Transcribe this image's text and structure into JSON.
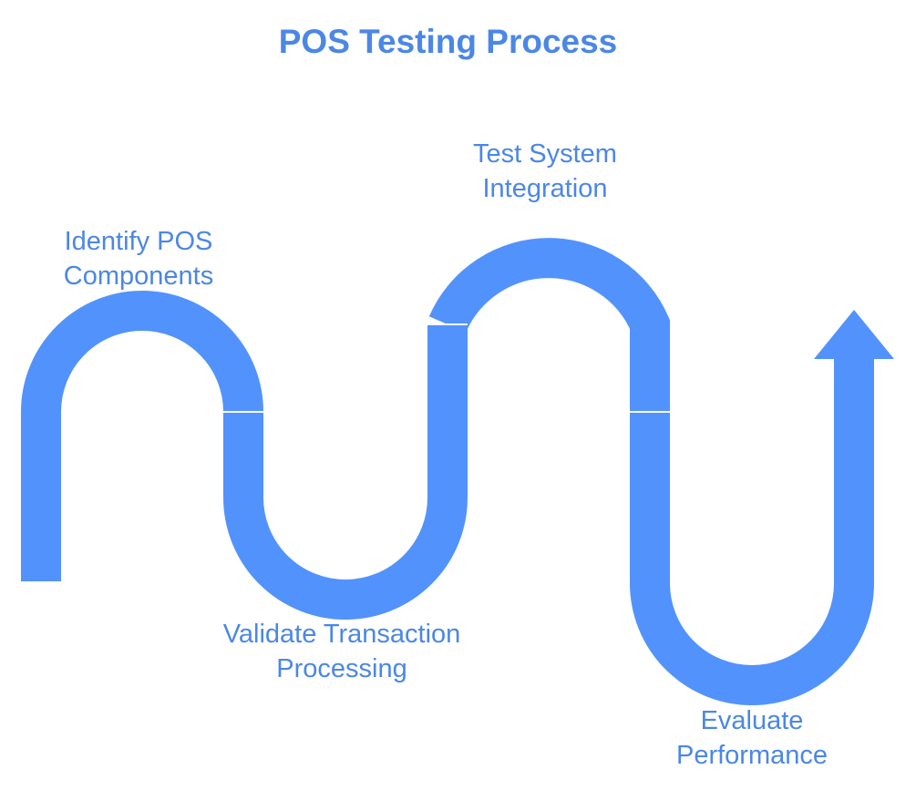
{
  "title": "POS Testing Process",
  "path_color": "#5292fd",
  "text_color": "#4b87e6",
  "steps": [
    {
      "line1": "Identify POS",
      "line2": "Components"
    },
    {
      "line1": "Validate Transaction",
      "line2": "Processing"
    },
    {
      "line1": "Test System",
      "line2": "Integration"
    },
    {
      "line1": "Evaluate",
      "line2": "Performance"
    }
  ]
}
